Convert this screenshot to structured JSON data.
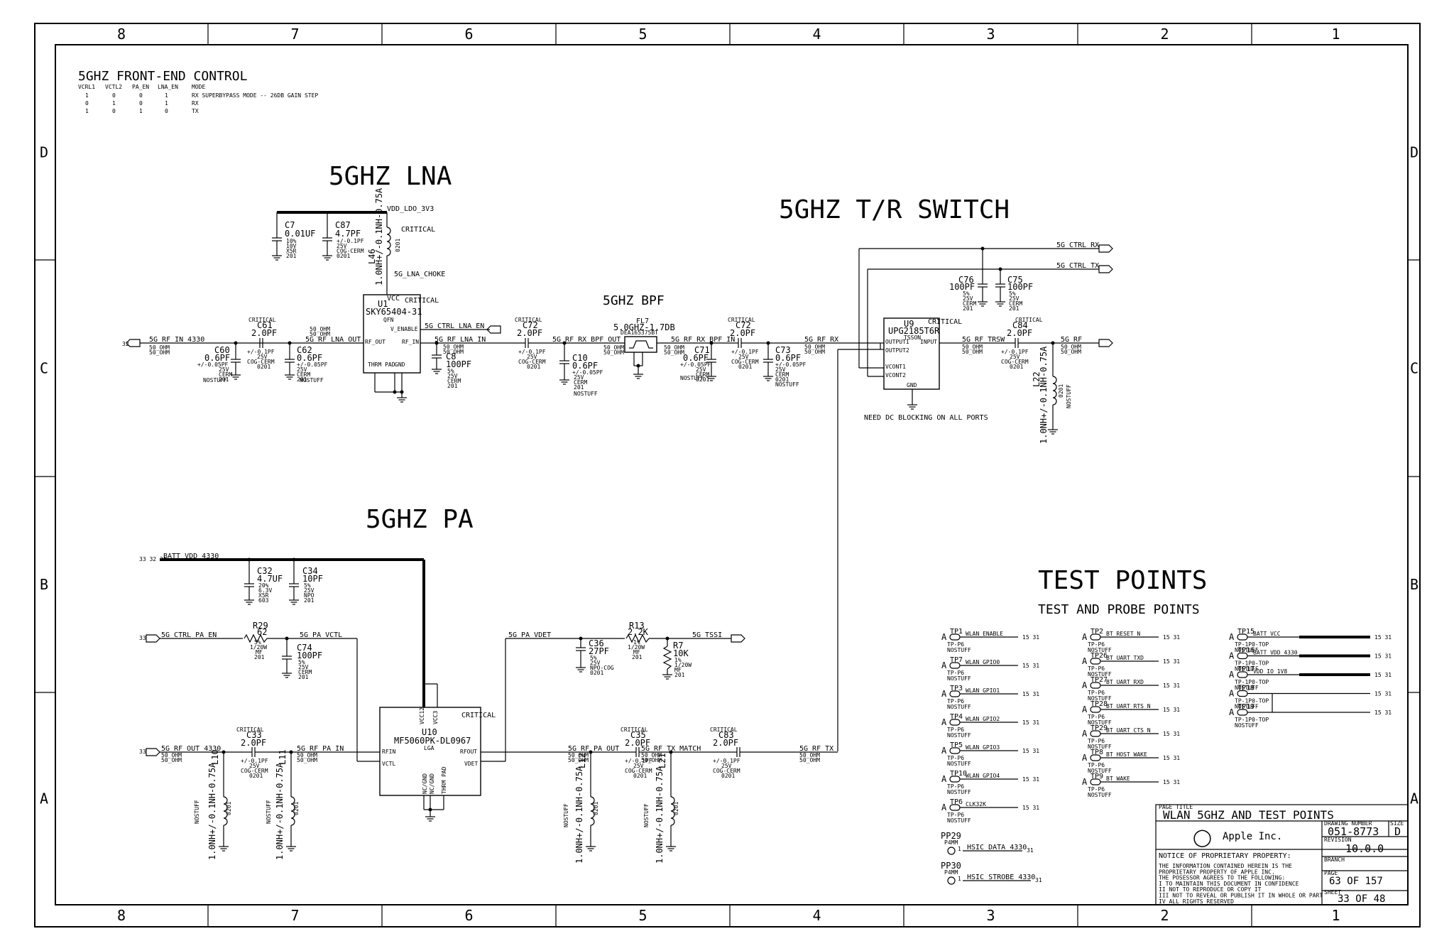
{
  "zones": {
    "cols": [
      "8",
      "7",
      "6",
      "5",
      "4",
      "3",
      "2",
      "1"
    ],
    "rows": [
      "D",
      "C",
      "B",
      "A"
    ]
  },
  "front_end": {
    "title": "5GHZ FRONT-END CONTROL",
    "header": [
      "VCRL1",
      "VCTL2",
      "PA_EN",
      "LNA_EN",
      "MODE"
    ],
    "rows": [
      [
        "1",
        "0",
        "0",
        "1",
        "RX SUPERBYPASS MODE -- 26DB GAIN STEP"
      ],
      [
        "0",
        "1",
        "0",
        "1",
        "RX"
      ],
      [
        "1",
        "0",
        "1",
        "0",
        "TX"
      ]
    ]
  },
  "sections": {
    "lna": "5GHZ LNA",
    "tr_switch": "5GHZ T/R SWITCH",
    "pa": "5GHZ PA",
    "bpf": "5GHZ BPF",
    "test_points": "TEST POINTS",
    "test_probe": "TEST AND PROBE POINTS"
  },
  "lna": {
    "c7": [
      "C7",
      "0.01UF",
      "10%",
      "10V",
      "X5R",
      "201"
    ],
    "c87": [
      "C87",
      "4.7PF",
      "+/-0.1PF",
      "25V",
      "COG-CERM",
      "0201"
    ],
    "l46": [
      "L46",
      "1.0NH+/-0.1NH-0.75A",
      "0201"
    ],
    "vdd_net": "VDD_LDO_3V3",
    "critical": "CRITICAL",
    "choke": "5G_LNA_CHOKE",
    "u1": [
      "U1",
      "SKY65404-31",
      "QFN"
    ],
    "u1_pins": [
      "VCC",
      "RF_OUT",
      "V_ENABLE",
      "RF_IN",
      "THRM PAD",
      "GND"
    ],
    "c61": [
      "C61",
      "2.0PF"
    ],
    "c60": [
      "C60",
      "0.6PF",
      "+/-0.05PF",
      "25V",
      "CERM",
      "201"
    ],
    "c62": [
      "C62",
      "0.6PF",
      "+/-0.05PF",
      "25V",
      "CERM",
      "201"
    ],
    "c61_spec": [
      "+/-0.1PF",
      "25V",
      "COG-CERM",
      "0201"
    ],
    "c8": [
      "C8",
      "100PF",
      "5%",
      "25V",
      "CERM",
      "201"
    ],
    "nostuff": "NOSTUFF",
    "ohm": "50_OHM",
    "net_in": "5G_RF_IN_4330",
    "net_lna_out": "5G_RF_LNA_OUT",
    "net_lna_in": "5G_RF_LNA_IN",
    "net_lna_en": "5G_CTRL_LNA_EN"
  },
  "bpf": {
    "c72a": [
      "C72",
      "2.0PF",
      "+/-0.1PF",
      "25V",
      "COG-CERM",
      "0201"
    ],
    "c10": [
      "C10",
      "0.6PF",
      "+/-0.05PF",
      "25V",
      "CERM",
      "201"
    ],
    "fl7": [
      "FL7",
      "5.0GHZ-1.7DB",
      "DEA165375BT"
    ],
    "net_bpf_out": "5G_RF_RX_BPF_OUT",
    "net_bpf_in": "5G_RF_RX_BPF_IN",
    "c71": [
      "C71",
      "0.6PF",
      "+/-0.05PF",
      "25V",
      "CERM",
      "0201"
    ],
    "c72b": [
      "C72",
      "2.0PF",
      "+/-0.1PF",
      "25V",
      "COG-CERM",
      "0201"
    ],
    "c73": [
      "C73",
      "0.6PF",
      "+/-0.05PF",
      "25V",
      "CERM",
      "0201"
    ],
    "net_rx": "5G_RF_RX"
  },
  "switch": {
    "u9": [
      "U9",
      "UPG2185T6R",
      "TSSON"
    ],
    "pins": [
      "OUTPUT1",
      "OUTPUT2",
      "VCONT1",
      "VCONT2",
      "INPUT",
      "GND"
    ],
    "net_ctrl_rx": "5G_CTRL_RX",
    "net_ctrl_tx": "5G_CTRL_TX",
    "c76": [
      "C76",
      "100PF",
      "5%",
      "25V",
      "CERM",
      "201"
    ],
    "c75": [
      "C75",
      "100PF",
      "5%",
      "25V",
      "CERM",
      "201"
    ],
    "net_trsw": "5G_RF_TRSW",
    "c84": [
      "C84",
      "2.0PF",
      "+/-0.1PF",
      "25V",
      "COG-CERM",
      "0201"
    ],
    "l22": [
      "L22",
      "1.0NH+/-0.1NH-0.75A",
      "0201",
      "NOSTUFF"
    ],
    "net_rf": "5G_RF",
    "note": "NEED DC BLOCKING ON ALL PORTS"
  },
  "pa": {
    "batt_net": "BATT_VDD_4330",
    "c32": [
      "C32",
      "4.7UF",
      "20%",
      "6.3V",
      "X5R",
      "603"
    ],
    "c34": [
      "C34",
      "10PF",
      "5%",
      "25V",
      "NPO",
      "201"
    ],
    "r29": [
      "R29",
      "62",
      "5%",
      "1/20W",
      "MF",
      "201"
    ],
    "net_pa_en": "5G_CTRL_PA_EN",
    "net_vctl": "5G_PA_VCTL",
    "c74": [
      "C74",
      "100PF",
      "5%",
      "25V",
      "CERM",
      "201"
    ],
    "net_vdet": "5G_PA_VDET",
    "c36": [
      "C36",
      "27PF",
      "5%",
      "25V",
      "NPO-COG",
      "0201"
    ],
    "r13": [
      "R13",
      "2.2K",
      "1%",
      "1/20W",
      "MF",
      "201"
    ],
    "r7": [
      "R7",
      "10K",
      "1%",
      "1/20W",
      "MF",
      "201"
    ],
    "net_tssi": "5G_TSSI",
    "u10": [
      "U10",
      "MF5060PK-DL0967",
      "LGA"
    ],
    "pins": [
      "RFIN",
      "VCTL",
      "VCC12",
      "VCC3",
      "RFOUT",
      "VDET",
      "NC/GND",
      "NC/GND",
      "THRM PAD"
    ],
    "c33": [
      "C33",
      "2.0PF",
      "+/-0.1PF",
      "25V",
      "COG-CERM",
      "0201"
    ],
    "net_out": "5G_RF_OUT_4330",
    "net_pa_in": "5G_RF_PA_IN",
    "net_pa_out": "5G_RF_PA_OUT",
    "c35": [
      "C35",
      "2.0PF",
      "+/-0.1PF",
      "25V",
      "COG-CERM",
      "0201"
    ],
    "net_match": "5G_RF_TX_MATCH",
    "c83": [
      "C83",
      "2.0PF",
      "+/-0.1PF",
      "25V",
      "COG-CERM",
      "0201"
    ],
    "net_tx": "5G_RF_TX",
    "l10": [
      "L10",
      "1.0NH+/-0.1NH-0.75A",
      "0201",
      "NOSTUFF"
    ],
    "l11": [
      "L11",
      "1.0NH+/-0.1NH-0.75A",
      "0201",
      "NOSTUFF"
    ],
    "l12": [
      "L12",
      "1.0NH+/-0.1NH-0.75A",
      "0201",
      "NOSTUFF"
    ],
    "l21": [
      "L21",
      "1.0NH+/-0.1NH-0.75A",
      "0201",
      "NOSTUFF"
    ]
  },
  "test_points": {
    "col1": [
      {
        "tp": "TP1",
        "net": "WLAN_ENABLE"
      },
      {
        "tp": "TP7",
        "net": "WLAN_GPIO0"
      },
      {
        "tp": "TP3",
        "net": "WLAN_GPIO1"
      },
      {
        "tp": "TP4",
        "net": "WLAN_GPIO2"
      },
      {
        "tp": "TP5",
        "net": "WLAN_GPIO3"
      },
      {
        "tp": "TP10",
        "net": "WLAN_GPIO4"
      },
      {
        "tp": "TP6",
        "net": "CLK32K"
      }
    ],
    "col2": [
      {
        "tp": "TP2",
        "net": "BT_RESET_N"
      },
      {
        "tp": "TP26",
        "net": "BT_UART_TXD"
      },
      {
        "tp": "TP27",
        "net": "BT_UART_RXD"
      },
      {
        "tp": "TP28",
        "net": "BT_UART_RTS_N"
      },
      {
        "tp": "TP29",
        "net": "BT_UART_CTS_N"
      },
      {
        "tp": "TP8",
        "net": "BT_HOST_WAKE"
      },
      {
        "tp": "TP9",
        "net": "BT_WAKE"
      }
    ],
    "col3": [
      {
        "tp": "TP15",
        "net": "BATT_VCC"
      },
      {
        "tp": "TP16",
        "net": "BATT_VDD_4330"
      },
      {
        "tp": "TP17",
        "net": "VDD_IO_1V8"
      },
      {
        "tp": "TP18",
        "net": ""
      },
      {
        "tp": "TP19",
        "net": ""
      }
    ],
    "tp_spec": "TP-P6",
    "tp_spec_top": "TP-1P0-TOP",
    "nostuff": "NOSTUFF",
    "pp29": [
      "PP29",
      "P4MM",
      "HSIC_DATA_4330"
    ],
    "pp30": [
      "PP30",
      "P4MM",
      "HSIC_STROBE_4330"
    ],
    "pin_a": "A",
    "pin_1": "1"
  },
  "title_block": {
    "page_title_label": "PAGE TITLE",
    "page_title": "WLAN 5GHZ AND TEST POINTS",
    "company": "Apple Inc.",
    "drawing_number_label": "DRAWING NUMBER",
    "drawing_number": "051-8773",
    "size_label": "SIZE",
    "size": "D",
    "revision_label": "REVISION",
    "revision": "10.0.0",
    "branch_label": "BRANCH",
    "page_label": "PAGE",
    "page": "63 OF 157",
    "sheet_label": "SHEET",
    "sheet": "33 OF 48",
    "notice_title": "NOTICE OF PROPRIETARY PROPERTY:",
    "notice_lines": [
      "THE INFORMATION CONTAINED HEREIN IS THE",
      "PROPRIETARY PROPERTY OF APPLE INC.",
      "THE POSESSOR AGREES TO THE FOLLOWING:",
      "I TO MAINTAIN THIS DOCUMENT IN CONFIDENCE",
      "II NOT TO REPRODUCE OR COPY IT",
      "III NOT TO REVEAL OR PUBLISH IT IN WHOLE OR PART",
      "IV ALL RIGHTS RESERVED"
    ]
  }
}
